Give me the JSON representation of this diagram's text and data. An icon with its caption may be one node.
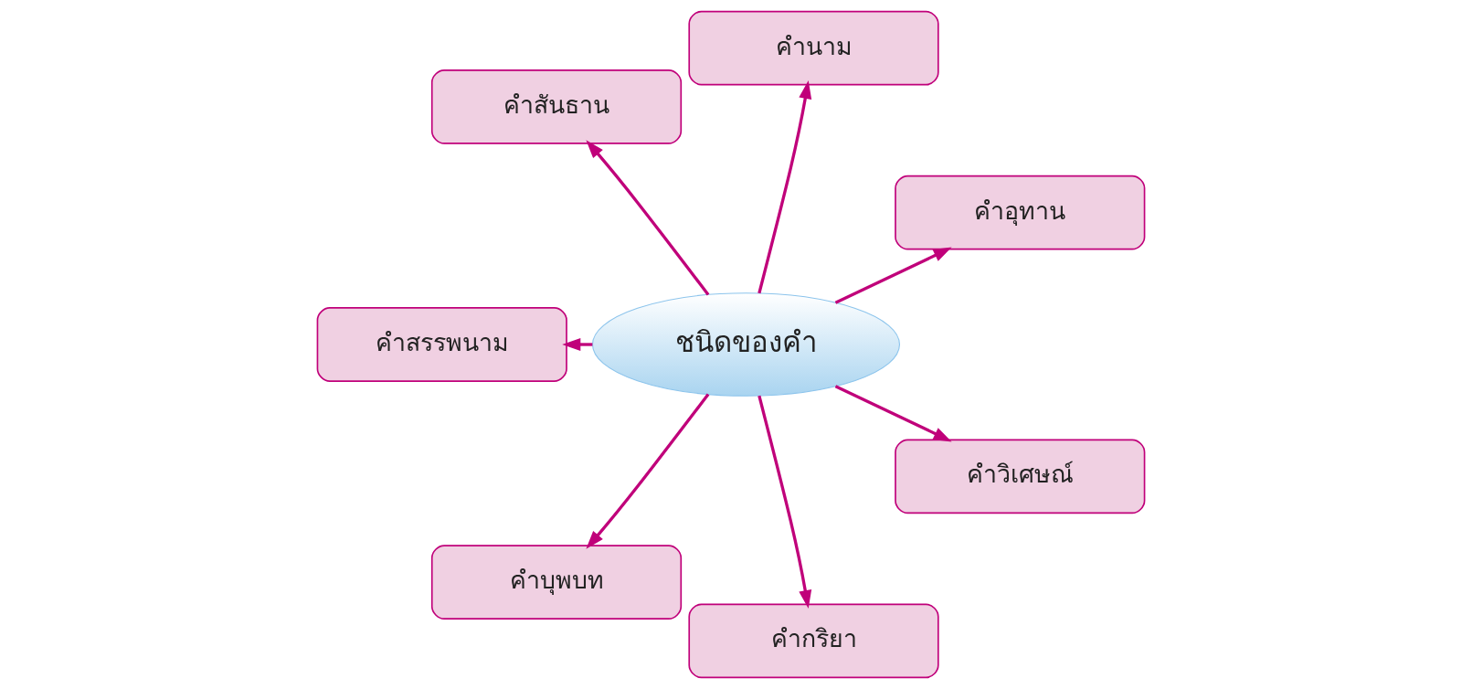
{
  "diagram": {
    "nodes": [
      {
        "text": [
          "ชนิดของคำ"
        ]
      },
      {
        "text": [
          "คำอุทาน"
        ]
      },
      {
        "text": [
          "คำนาม"
        ]
      },
      {
        "text": [
          "คำสันธาน"
        ]
      },
      {
        "text": [
          "คำสรรพนาม"
        ]
      },
      {
        "text": [
          "คำบุพบท"
        ]
      },
      {
        "text": [
          "คำกริยา"
        ]
      },
      {
        "text": [
          "คำวิเศษณ์"
        ]
      }
    ],
    "edges": [
      {
        "from": 0,
        "to": 1,
        "arrow": "to"
      },
      {
        "from": 0,
        "to": 2,
        "arrow": "to"
      },
      {
        "from": 0,
        "to": 3,
        "arrow": "to"
      },
      {
        "from": 0,
        "to": 4,
        "arrow": "to"
      },
      {
        "from": 0,
        "to": 5,
        "arrow": "to"
      },
      {
        "from": 0,
        "to": 6,
        "arrow": "to"
      },
      {
        "from": 0,
        "to": 7,
        "arrow": "to"
      }
    ]
  }
}
